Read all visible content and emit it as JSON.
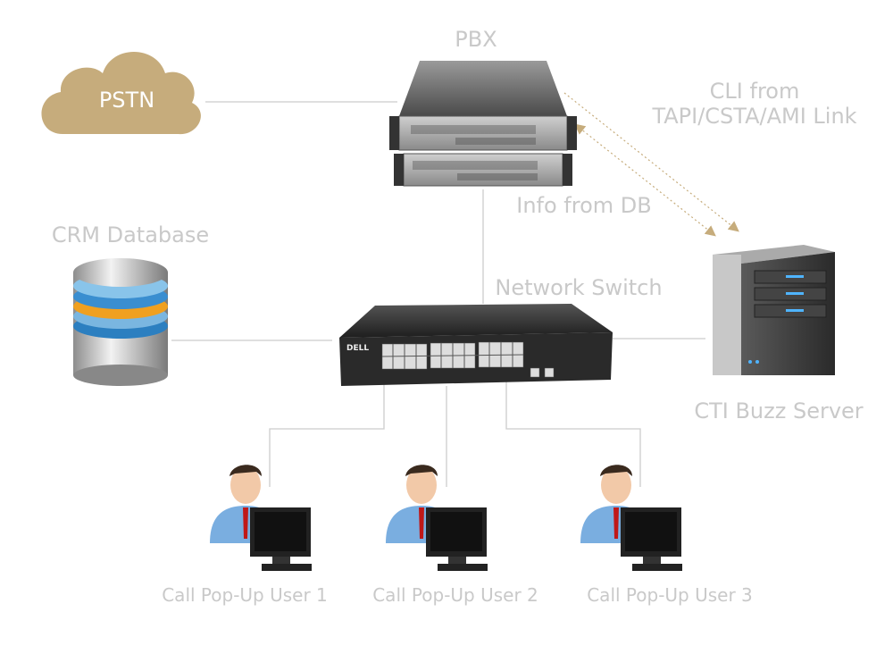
{
  "colors": {
    "accent": "#c6ac7c",
    "label": "#c9c9c9",
    "connector": "#cccccc"
  },
  "nodes": {
    "pstn": {
      "label": "PSTN",
      "icon": "cloud-icon"
    },
    "pbx": {
      "label": "PBX",
      "icon": "rack-server-icon"
    },
    "crm": {
      "label": "CRM Database",
      "icon": "database-icon"
    },
    "switch": {
      "label": "Network Switch",
      "icon": "network-switch-icon",
      "brand": "DELL"
    },
    "cti": {
      "label": "CTI Buzz Server",
      "icon": "tower-server-icon"
    },
    "users": [
      {
        "label": "Call Pop-Up User 1",
        "icon": "user-workstation-icon"
      },
      {
        "label": "Call Pop-Up User 2",
        "icon": "user-workstation-icon"
      },
      {
        "label": "Call Pop-Up User 3",
        "icon": "user-workstation-icon"
      }
    ]
  },
  "annotations": {
    "cli_line1": "CLI from",
    "cli_line2": "TAPI/CSTA/AMI Link",
    "info": "Info from DB"
  }
}
